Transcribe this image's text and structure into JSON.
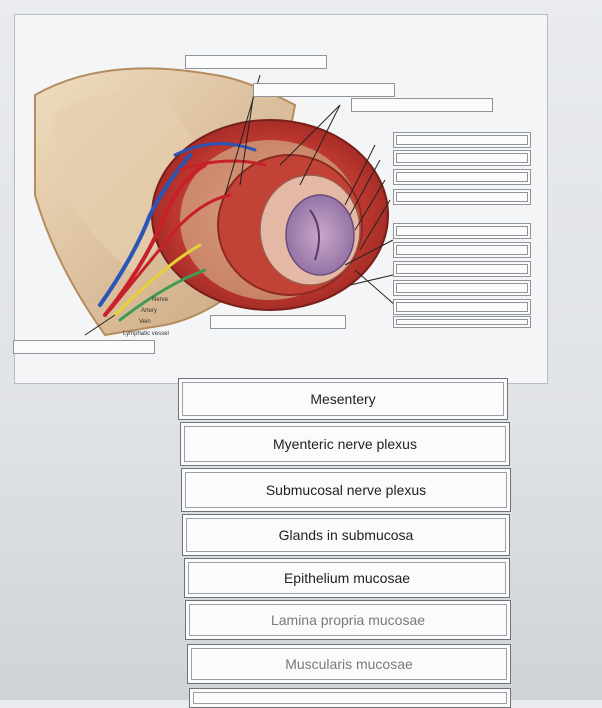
{
  "figure": {
    "legend": [
      "Nerve",
      "Artery",
      "Vein",
      "Lymphatic vessel"
    ]
  },
  "terms": [
    "Mesentery",
    "Myenteric nerve plexus",
    "Submucosal nerve plexus",
    "Glands in submucosa",
    "Epithelium mucosae",
    "Lamina propria mucosae",
    "Muscularis mucosae"
  ],
  "colors": {
    "artery": "#c8202a",
    "vein": "#2a55b8",
    "nerve": "#e7d13a",
    "lymph": "#3f9b54",
    "tissue": "#c6584c"
  }
}
